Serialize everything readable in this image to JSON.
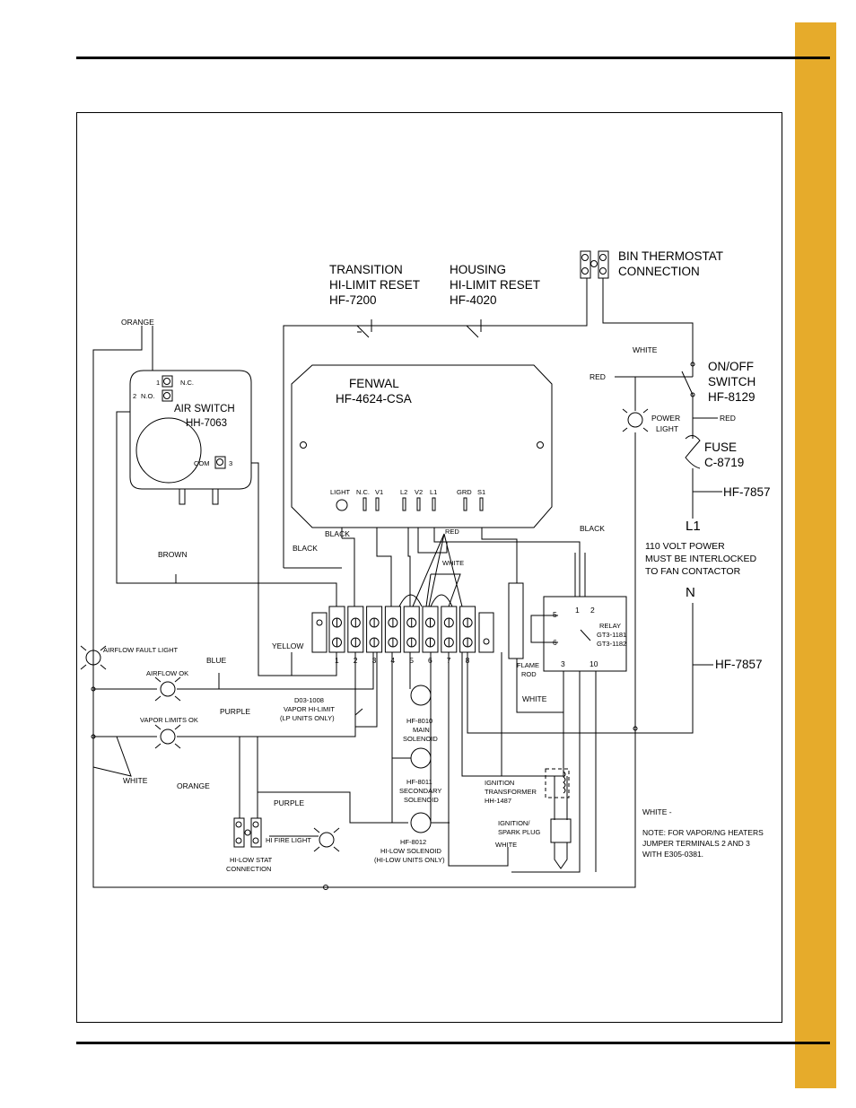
{
  "labels": {
    "transition": [
      "TRANSITION",
      "HI-LIMIT RESET",
      "HF-7200"
    ],
    "housing": [
      "HOUSING",
      "HI-LIMIT RESET",
      "HF-4020"
    ],
    "bin_thermostat": [
      "BIN THERMOSTAT",
      "CONNECTION"
    ],
    "fenwal": [
      "FENWAL",
      "HF-4624-CSA"
    ],
    "air_switch": [
      "AIR SWITCH",
      "HH-7063"
    ],
    "on_off": [
      "ON/OFF",
      "SWITCH",
      "HF-8129"
    ],
    "fuse": [
      "FUSE",
      "C-8719"
    ],
    "power_light": [
      "POWER",
      "LIGHT"
    ],
    "hf7857_top": "HF-7857",
    "hf7857_bottom": "HF-7857",
    "l1": "L1",
    "n": "N",
    "power_note": [
      "110 VOLT POWER",
      "MUST BE INTERLOCKED",
      "TO FAN CONTACTOR"
    ],
    "orange_top": "ORANGE",
    "white_top": "WHITE",
    "red_left": "RED",
    "red_right": "RED",
    "nc": "N.C.",
    "no": "N.O.",
    "t1": "1",
    "t2": "2",
    "t3": "3",
    "com": "COM",
    "fenwal_terminals": [
      "LIGHT",
      "N.C.",
      "V1",
      "L2",
      "V2",
      "L1",
      "GRD",
      "S1"
    ],
    "black1": "BLACK",
    "black2": "BLACK",
    "black3": "BLACK",
    "red_mid": "RED",
    "white_mid": "WHITE",
    "brown": "BROWN",
    "yellow": "YELLOW",
    "blue": "BLUE",
    "purple1": "PURPLE",
    "purple2": "PURPLE",
    "orange_low": "ORANGE",
    "white_left": "WHITE",
    "white_right": "WHITE",
    "white_plug": "WHITE",
    "airflow_fault": "AIRFLOW FAULT LIGHT",
    "airflow_ok": "AIRFLOW OK",
    "vapor_limits_ok": "VAPOR LIMITS OK",
    "terminal_numbers": [
      "1",
      "2",
      "3",
      "4",
      "5",
      "6",
      "7",
      "8"
    ],
    "vapor_hilimit": [
      "D03-1008",
      "VAPOR HI-LIMIT",
      "(LP UNITS ONLY)"
    ],
    "main_solenoid": [
      "HF-8010",
      "MAIN",
      "SOLENOID"
    ],
    "secondary_solenoid": [
      "HF-8011",
      "SECONDARY",
      "SOLENOID"
    ],
    "hilow_solenoid": [
      "HF-8012",
      "HI-LOW SOLENOID",
      "(HI-LOW UNITS ONLY)"
    ],
    "flame_rod": [
      "FLAME",
      "ROD"
    ],
    "relay": [
      "RELAY",
      "GT3-1181",
      "GT3-1182"
    ],
    "relay_terminals": [
      "5",
      "6",
      "1",
      "2",
      "3",
      "10"
    ],
    "ignition_transformer": [
      "IGNITION",
      "TRANSFORMER",
      "HH-1487"
    ],
    "spark_plug": [
      "IGNITION/",
      "SPARK PLUG"
    ],
    "hi_fire_light": "HI FIRE LIGHT",
    "hilow_stat": [
      "HI-LOW STAT",
      "CONNECTION"
    ],
    "white_dash": "WHITE -",
    "note": [
      "NOTE: FOR VAPOR/NG HEATERS",
      "JUMPER TERMINALS 2 AND 3",
      "WITH E305-0381."
    ]
  },
  "colors": {
    "accent_tab": "#e6ab2b",
    "line": "#000000"
  }
}
